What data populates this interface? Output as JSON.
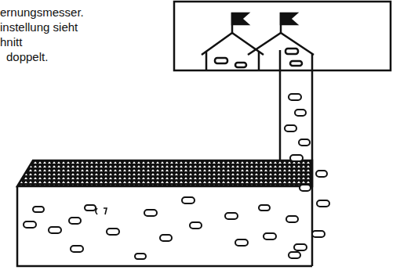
{
  "diagram": {
    "labels": [
      "ernungsmesser.",
      "instellung sieht",
      "hnitt",
      "doppelt."
    ]
  }
}
